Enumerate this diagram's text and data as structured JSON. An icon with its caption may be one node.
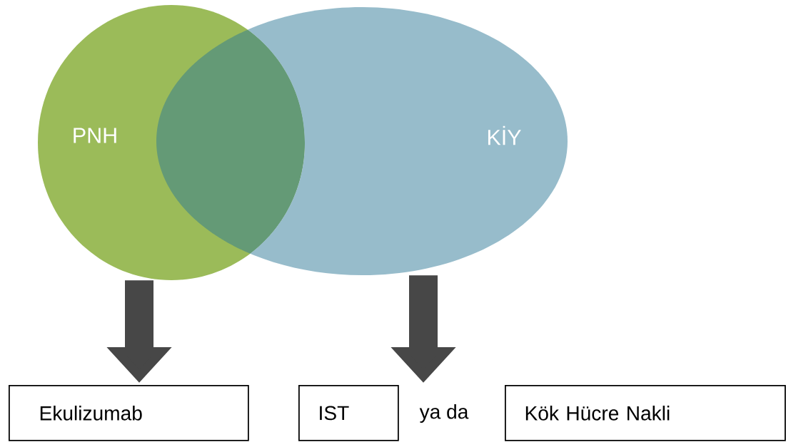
{
  "diagram": {
    "nodes": [
      {
        "text": [
          "PNH"
        ]
      },
      {
        "text": [
          "KİY"
        ]
      },
      {
        "text": [
          "Ekulizumab"
        ]
      },
      {
        "text": [
          "IST"
        ]
      },
      {
        "text": [
          "Kök Hücre Nakli"
        ]
      }
    ],
    "edges": [
      {
        "from": 0,
        "to": 2,
        "arrow": "to"
      },
      {
        "from": 1,
        "to": 3,
        "arrow": "to"
      }
    ],
    "labels": [
      "ya da"
    ]
  }
}
